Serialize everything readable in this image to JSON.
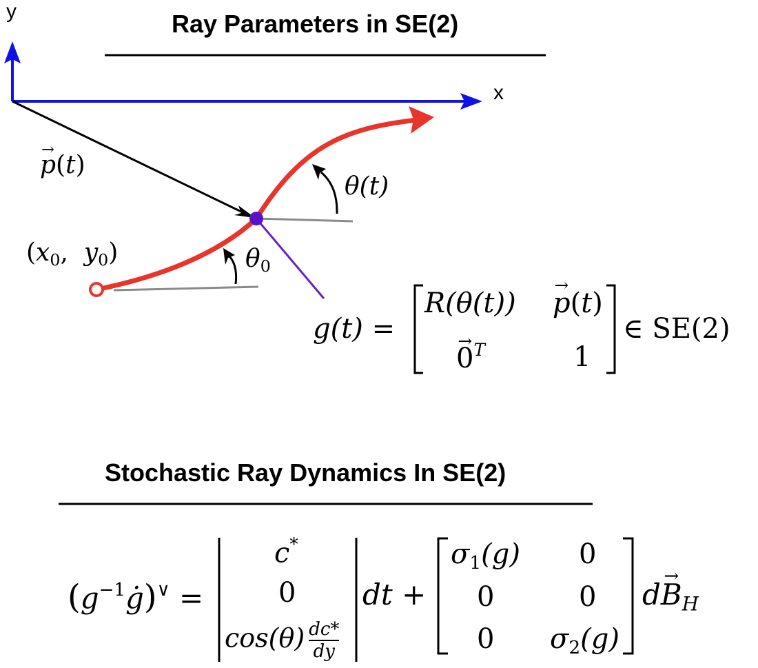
{
  "top": {
    "title": "Ray Parameters in SE(2)",
    "axis_y": "y",
    "axis_x": "x",
    "label_p": "p(t)",
    "label_theta_t": "θ(t)",
    "label_theta0": "θ",
    "label_theta0_sub": "0",
    "label_x0": "x",
    "label_y0": "y",
    "label_sub0": "0",
    "g_lhs": "g(t) =",
    "matrix": {
      "r11": "R(θ(t))",
      "r12": "p(t)",
      "r21": "0",
      "r21_sup": "T",
      "r22": "1"
    },
    "g_rhs": "∈ SE(2)"
  },
  "bottom": {
    "title": "Stochastic Ray Dynamics In SE(2)",
    "lhs_g": "g",
    "lhs_sup": "−1",
    "lhs_gdot": "ġ",
    "lhs_vee": "∨",
    "lhs_eq": "=",
    "vec_1": "c",
    "vec_1_sup": "*",
    "vec_2": "0",
    "vec_3": "cos(θ)",
    "frac_num": "dc*",
    "frac_den": "dy",
    "dt_plus": "dt +",
    "m11": "σ",
    "m11_sub": "1",
    "m11_arg": "(g)",
    "m12": "0",
    "m21": "0",
    "m22": "0",
    "m31": "0",
    "m32": "σ",
    "m32_sub": "2",
    "m32_arg": "(g)",
    "dB": "dB",
    "dB_sub": "H"
  },
  "colors": {
    "axis": "#1010e8",
    "curve": "#e8352a",
    "point": "#5a12c8",
    "position_arrow": "#000000",
    "tangent": "#8a8a8a",
    "frame_line": "#6a1fc4"
  }
}
